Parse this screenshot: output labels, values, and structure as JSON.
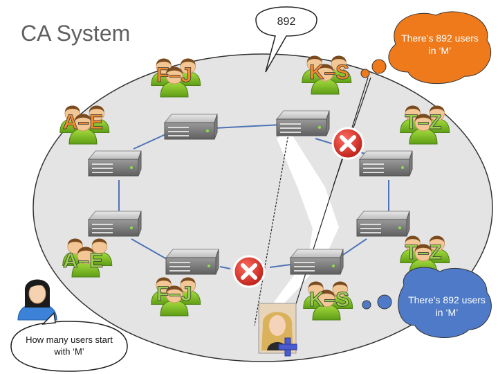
{
  "title": "CA System",
  "top_bubble": "892",
  "bubble_top_right": "There’s 892 users in ‘M’",
  "bubble_bottom_right": "There’s 892 users in ‘M’",
  "question": "How many users start with ‘M’",
  "partitions": {
    "a_e": "A–E",
    "f_j": "F–J",
    "k_s": "K–S",
    "t_z": "T–Z"
  },
  "colors": {
    "ring_fill": "#e4e4e4",
    "ring_link": "#4f73b6",
    "orange": "#ee7a1c",
    "blue": "#4e7ac7",
    "error_red": "#d82b24",
    "label_green": "#9bd04f",
    "label_orange": "#f28a2e"
  },
  "icons": {
    "server": "server-icon",
    "user_group": "user-group-icon",
    "error": "error-x-icon",
    "person": "woman-person-icon",
    "new_user": "new-user-photo-icon",
    "add": "plus-icon"
  }
}
